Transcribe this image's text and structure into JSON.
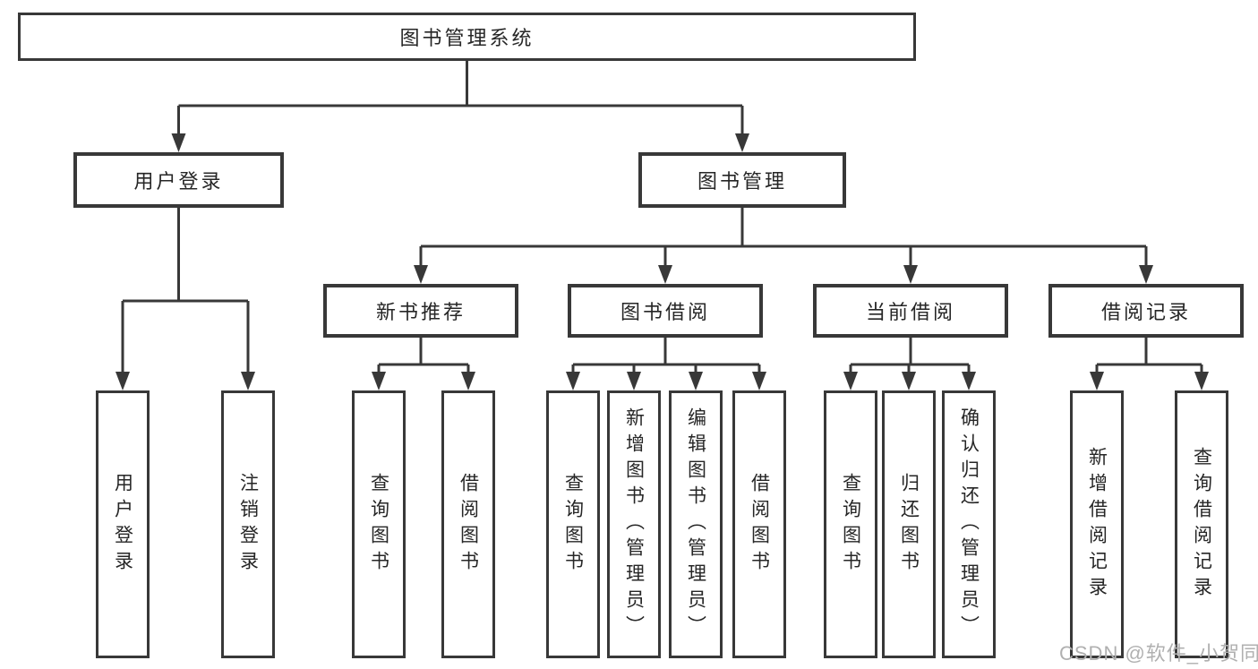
{
  "page": {
    "title": "图书管理系统"
  },
  "colors": {
    "line": "#383838",
    "node_border": "#383838",
    "node_text": "#262626",
    "watermark": "#b0b0b0",
    "background": "#ffffff"
  },
  "watermark": {
    "text": "CSDN @软件_小贺同学"
  },
  "tree": {
    "root": {
      "label": "图书管理系统"
    },
    "level2": [
      {
        "label": "用户登录"
      },
      {
        "label": "图书管理"
      }
    ],
    "level3": [
      {
        "label": "新书推荐"
      },
      {
        "label": "图书借阅"
      },
      {
        "label": "当前借阅"
      },
      {
        "label": "借阅记录"
      }
    ],
    "leaves": {
      "user_login": [
        "用户登录",
        "注销登录"
      ],
      "new_book_recommend": [
        "查询图书",
        "借阅图书"
      ],
      "book_borrow": [
        "查询图书",
        "新增图书（管理员）",
        "编辑图书（管理员）",
        "借阅图书"
      ],
      "current_borrow": [
        "查询图书",
        "归还图书",
        "确认归还（管理员）"
      ],
      "borrow_records": [
        "新增借阅记录",
        "查询借阅记录"
      ]
    }
  }
}
